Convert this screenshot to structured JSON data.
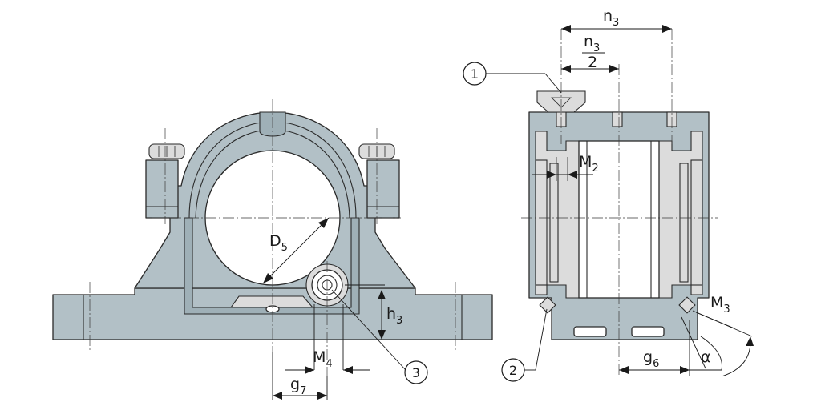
{
  "labels": {
    "n3": {
      "main": "n",
      "sub": "3"
    },
    "n3_half": {
      "main": "n",
      "sub": "3",
      "den": "2"
    },
    "M2": {
      "main": "M",
      "sub": "2"
    },
    "D5": {
      "main": "D",
      "sub": "5"
    },
    "h3": {
      "main": "h",
      "sub": "3"
    },
    "M4": {
      "main": "M",
      "sub": "4"
    },
    "g7": {
      "main": "g",
      "sub": "7"
    },
    "M3": {
      "main": "M",
      "sub": "3"
    },
    "g6": {
      "main": "g",
      "sub": "6"
    },
    "alpha": "α"
  },
  "callouts": [
    "1",
    "2",
    "3"
  ],
  "colors": {
    "housing": "#b2c0c6",
    "shade": "#9fb0b7",
    "interior": "#dcdcdc",
    "line": "#2a2a2a"
  }
}
